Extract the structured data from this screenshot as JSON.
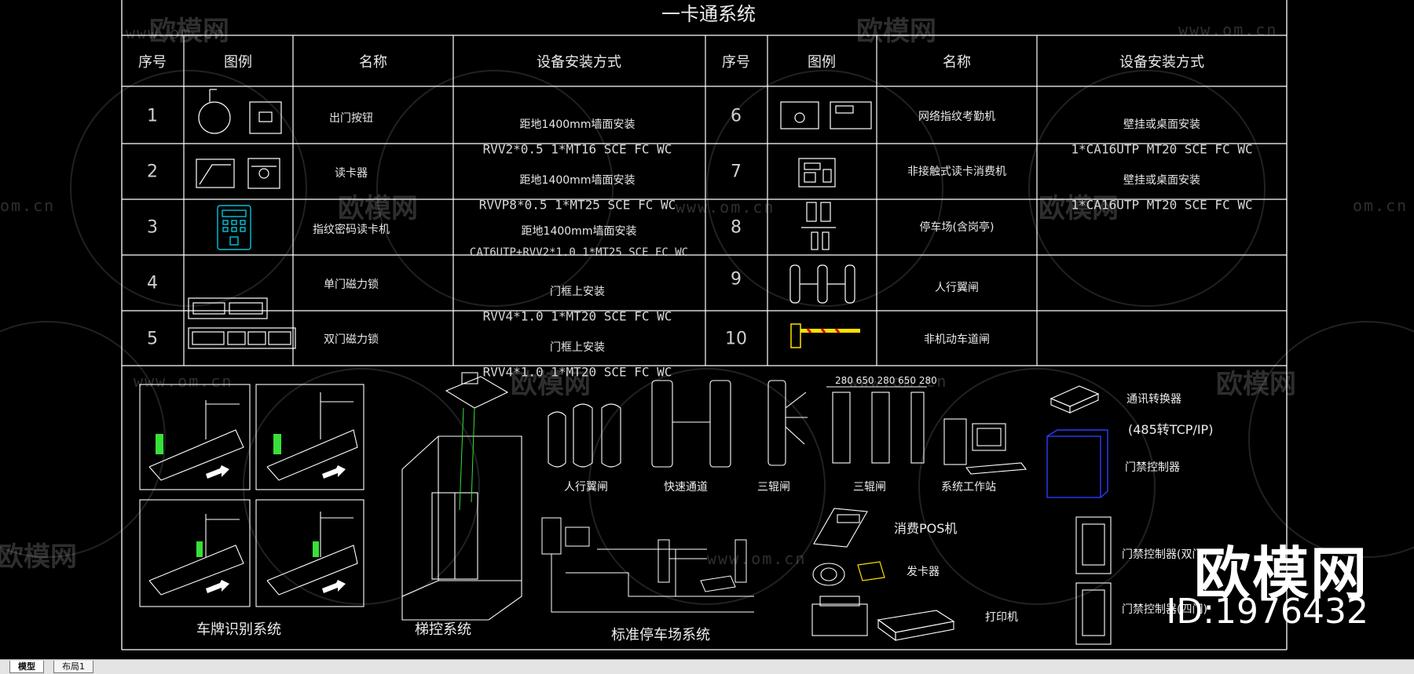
{
  "title": "一卡通系统",
  "table": {
    "headers": [
      "序号",
      "图例",
      "名称",
      "设备安装方式",
      "序号",
      "图例",
      "名称",
      "设备安装方式"
    ],
    "rows_left": [
      {
        "no": "1",
        "name": "出门按钮",
        "install": "距地1400mm墙面安装",
        "cable": "RVV2*0.5 1*MT16 SCE FC WC"
      },
      {
        "no": "2",
        "name": "读卡器",
        "install": "距地1400mm墙面安装",
        "cable": "RVVP8*0.5 1*MT25 SCE FC WC"
      },
      {
        "no": "3",
        "name": "指纹密码读卡机",
        "install": "距地1400mm墙面安装",
        "cable": "CAT6UTP+RVV2*1.0 1*MT25 SCE FC WC"
      },
      {
        "no": "4",
        "name": "单门磁力锁",
        "install": "门框上安装",
        "cable": "RVV4*1.0 1*MT20 SCE FC WC"
      },
      {
        "no": "5",
        "name": "双门磁力锁",
        "install": "门框上安装",
        "cable": "RVV4*1.0 1*MT20 SCE FC WC"
      }
    ],
    "rows_right": [
      {
        "no": "6",
        "name": "网络指纹考勤机",
        "install": "壁挂或桌面安装",
        "cable": "1*CA16UTP MT20 SCE FC WC"
      },
      {
        "no": "7",
        "name": "非接触式读卡消费机",
        "install": "壁挂或桌面安装",
        "cable": "1*CA16UTP MT20 SCE FC WC"
      },
      {
        "no": "8",
        "name": "停车场(含岗亭)",
        "install": "",
        "cable": ""
      },
      {
        "no": "9",
        "name": "人行翼闸",
        "install": "",
        "cable": ""
      },
      {
        "no": "10",
        "name": "非机动车道闸",
        "install": "",
        "cable": ""
      }
    ]
  },
  "lower": {
    "plate_system": "车牌识别系统",
    "lift_system": "梯控系统",
    "parking_system": "标准停车场系统",
    "wing_gate": "人行翼闸",
    "fast_lane": "快速通道",
    "tripod_1": "三辊闸",
    "tripod_2": "三辊闸",
    "workstation": "系统工作站",
    "converter": "通讯转换器",
    "converter_sub": "(485转TCP/IP)",
    "door_controller": "门禁控制器",
    "pos": "消费POS机",
    "card_issuer": "发卡器",
    "printer": "打印机",
    "ctrl_2door": "门禁控制器(双门)",
    "ctrl_4door": "门禁控制器(四门)",
    "dims": "280 650 280 650 280"
  },
  "watermark": {
    "logo": "欧模网",
    "url": "www.om.cn",
    "url_short": "om.cn",
    "brand": "欧模网",
    "id": "ID:1976432"
  },
  "tabs": [
    "模型",
    "布局1"
  ],
  "colors": {
    "line": "#ffffff",
    "cyan": "#00e5ff",
    "blue": "#2a3cff",
    "yellow": "#ffe000",
    "green": "#38e038"
  }
}
